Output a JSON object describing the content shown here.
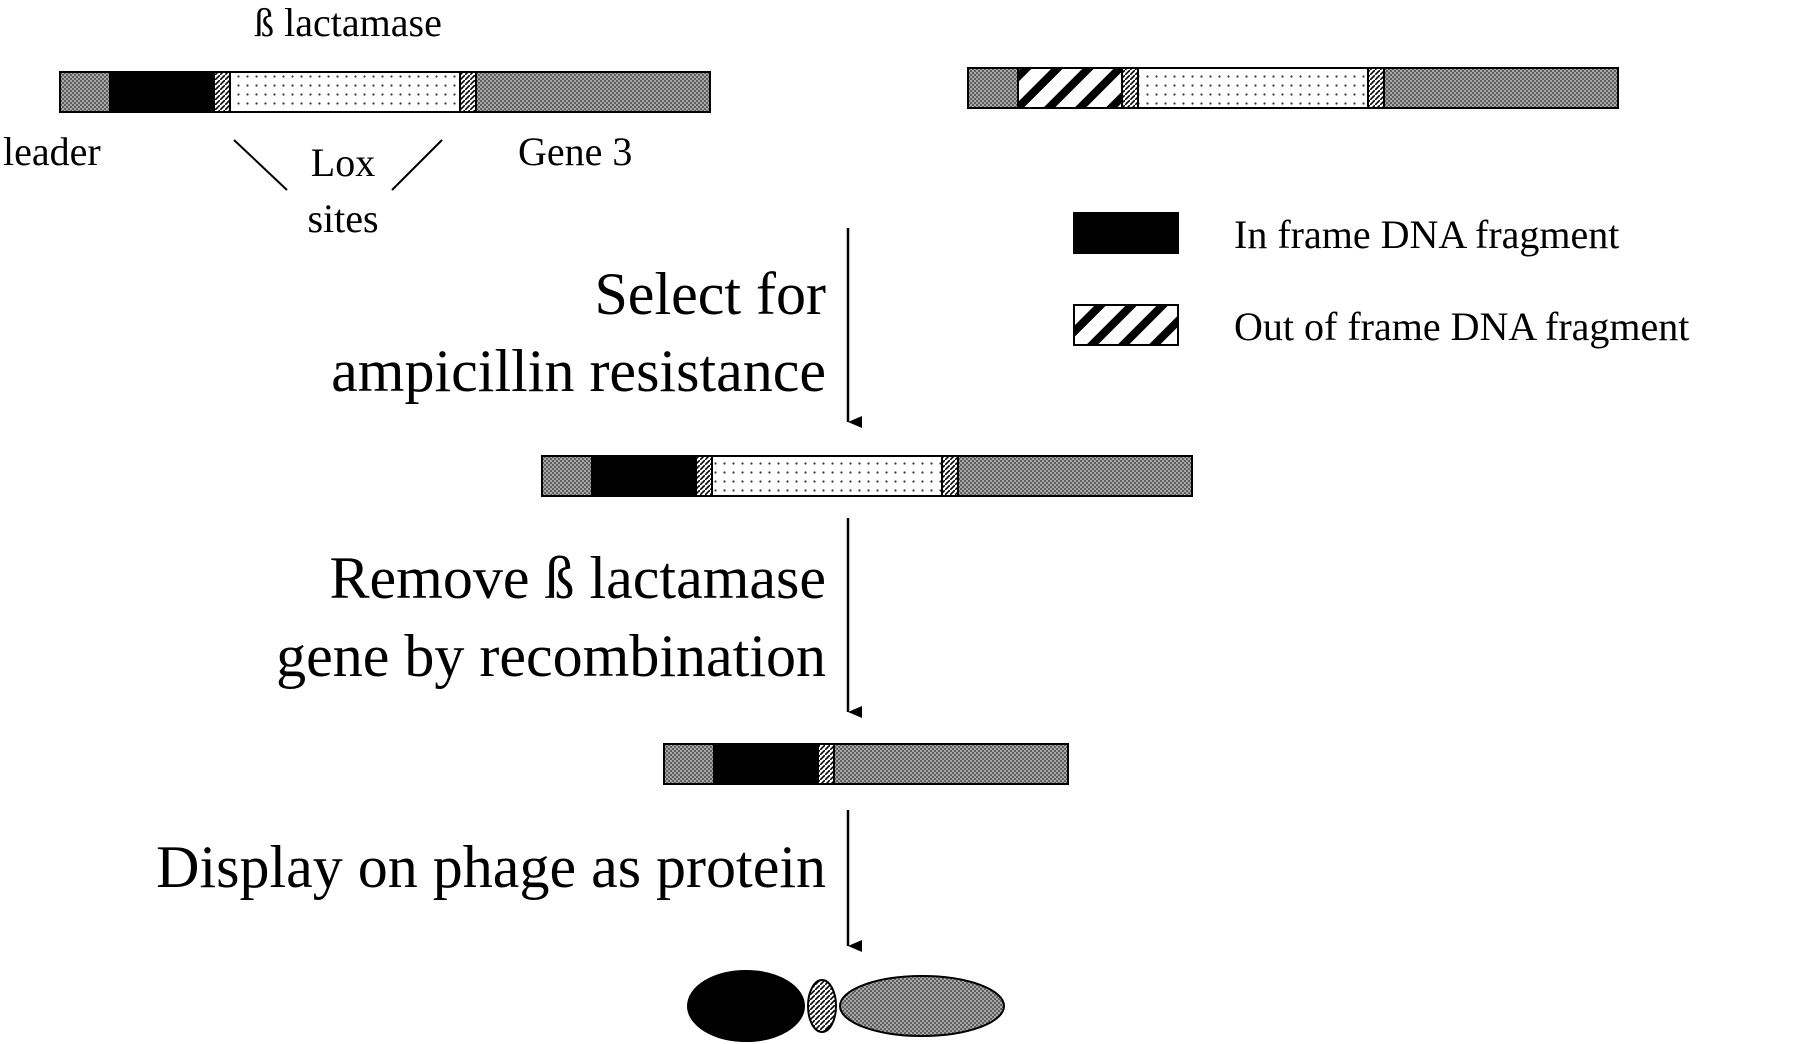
{
  "labels": {
    "beta_lactamase": "ß lactamase",
    "leader": "leader",
    "lox_line1": "Lox",
    "lox_line2": "sites",
    "gene3": "Gene 3"
  },
  "steps": {
    "step1_line1": "Select for",
    "step1_line2": "ampicillin resistance",
    "step2_line1": "Remove ß lactamase",
    "step2_line2": "gene by recombination",
    "step3": "Display on phage as protein"
  },
  "legend": {
    "in_frame": "In frame DNA fragment",
    "out_of_frame": "Out of frame DNA fragment"
  }
}
